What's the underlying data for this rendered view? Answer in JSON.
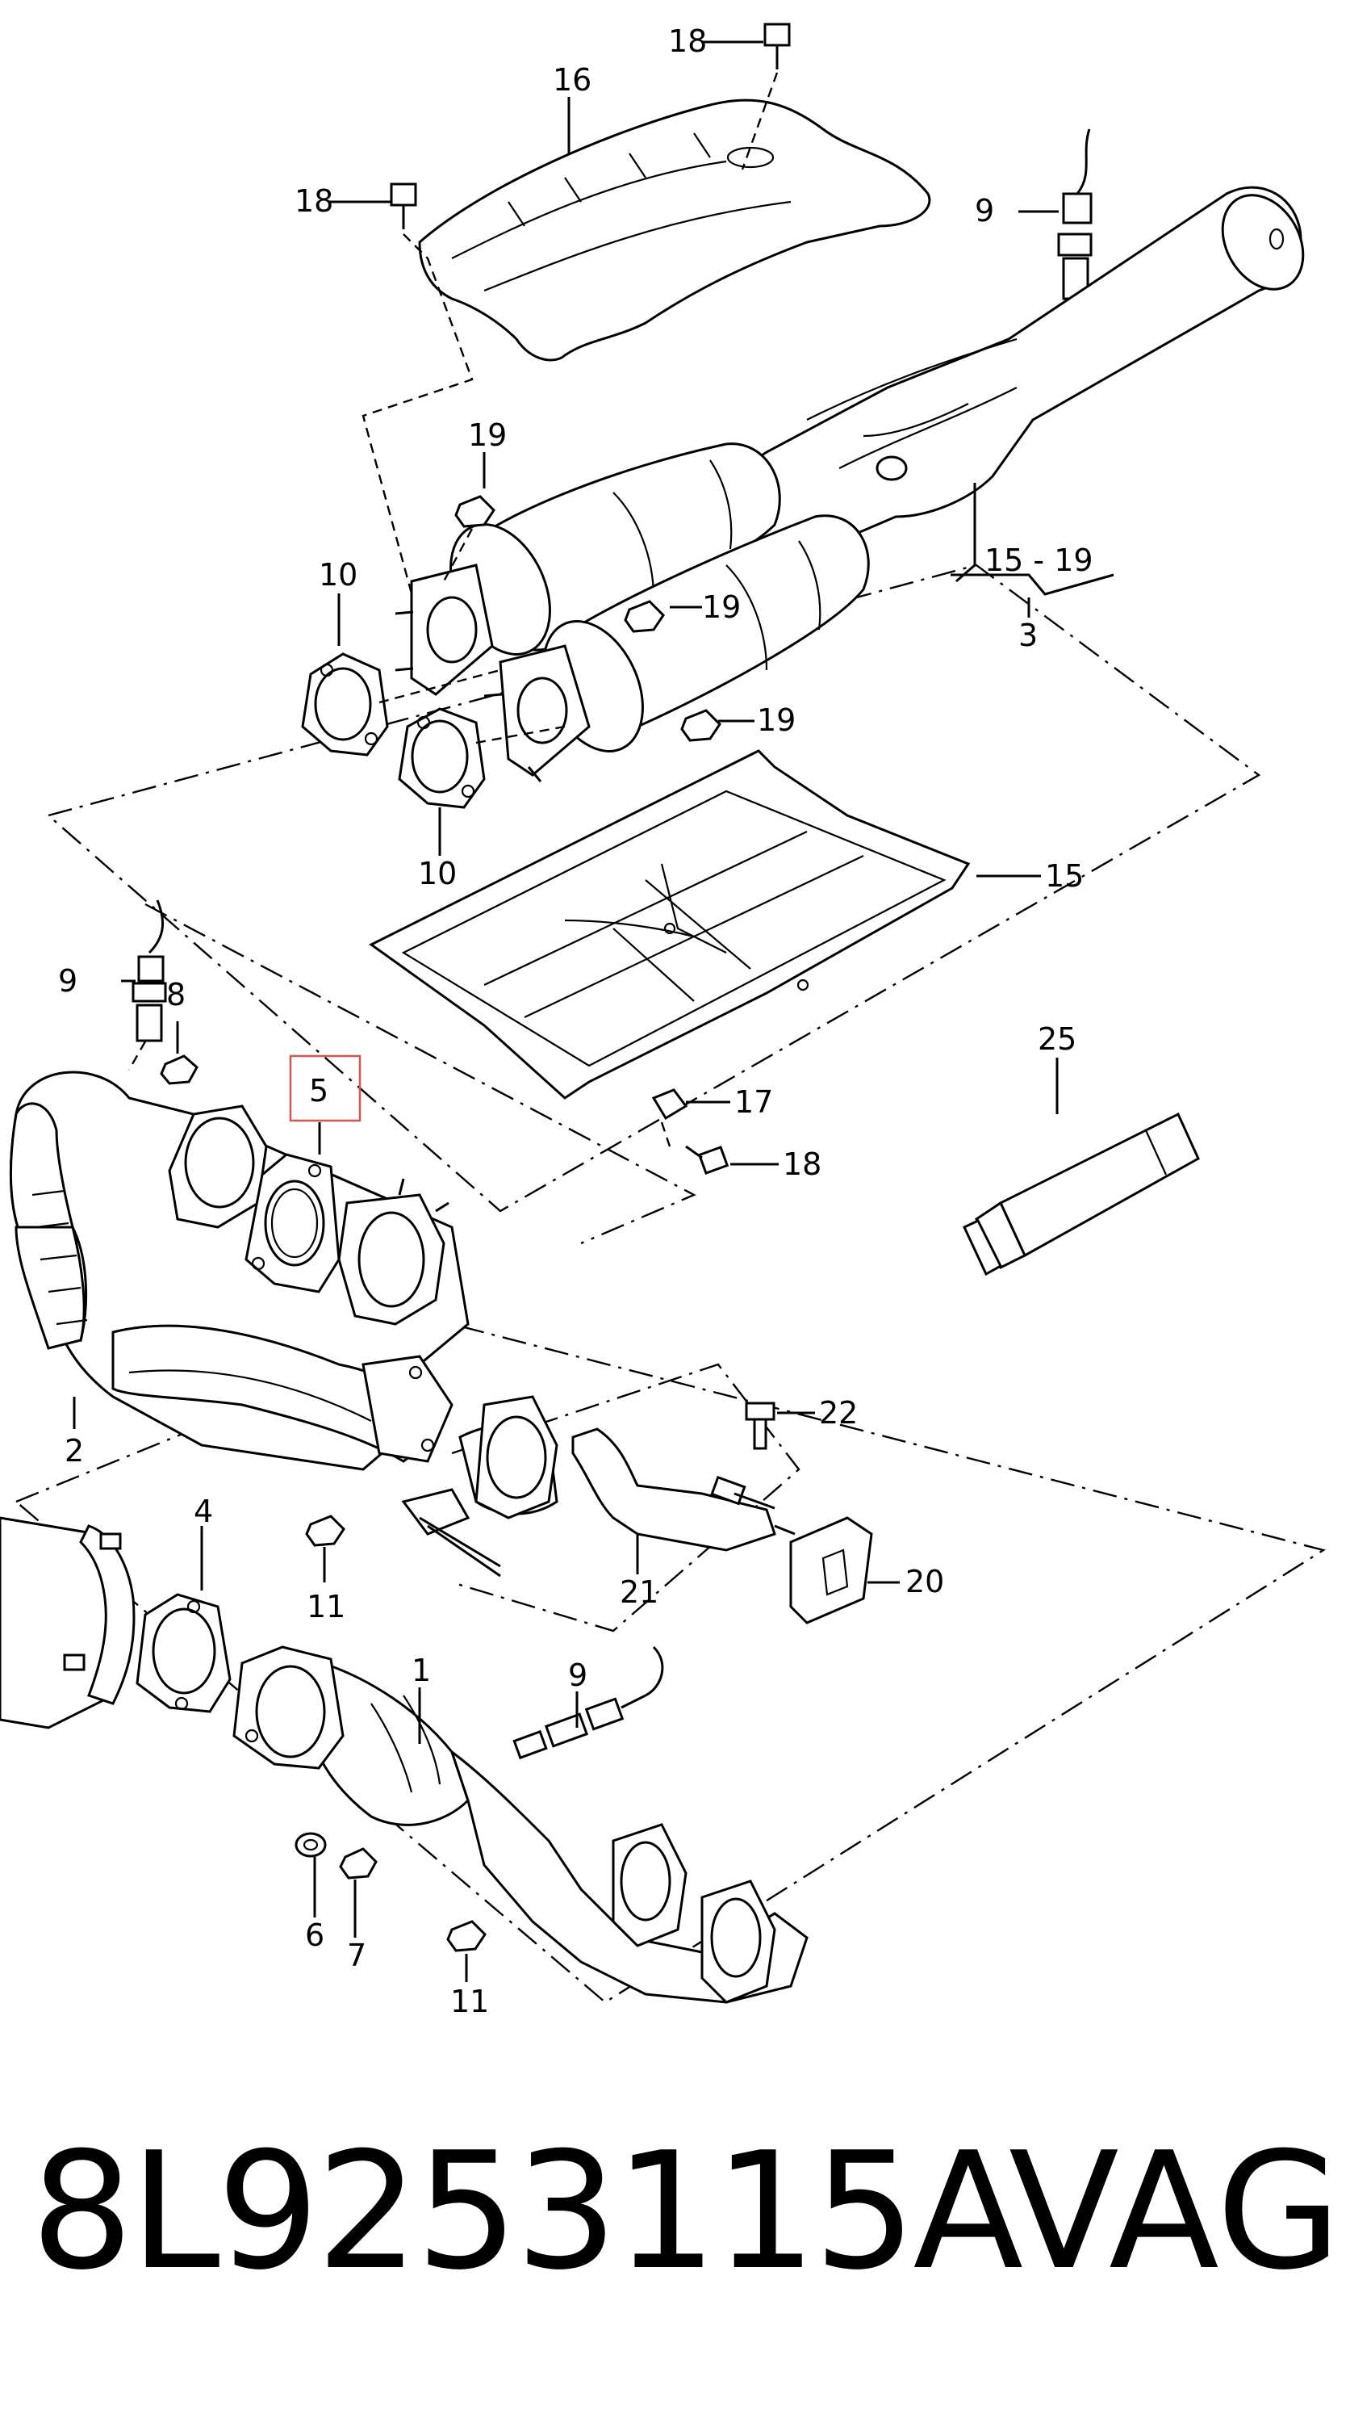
{
  "labels": {
    "l18a": "18",
    "l16": "16",
    "l18b": "18",
    "l9a": "9",
    "l19a": "19",
    "l10a": "10",
    "l19b": "19",
    "l1519": "15 - 19",
    "l3": "3",
    "l19c": "19",
    "l10b": "10",
    "l15": "15",
    "l9b": "9",
    "l8": "8",
    "l5": "5",
    "l25": "25",
    "l17": "17",
    "l18c": "18",
    "l2": "2",
    "l22": "22",
    "l11a": "11",
    "l21": "21",
    "l20": "20",
    "l4": "4",
    "l1": "1",
    "l9c": "9",
    "l6": "6",
    "l7": "7",
    "l11b": "11"
  },
  "highlight_color": "#d9534f",
  "footer": {
    "part_number": "8L9253115A",
    "brand": "VAG"
  }
}
